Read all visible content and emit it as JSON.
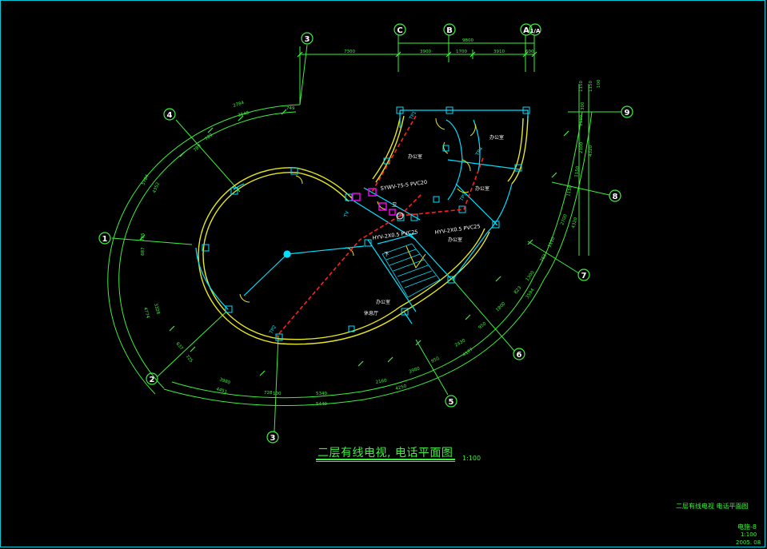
{
  "drawing": {
    "title": "二层有线电视, 电话平面图",
    "scale": "1:100",
    "block": {
      "name": "二层有线电视  电话平面图",
      "code": "电施-8",
      "scale": "1:100",
      "date": "2005. 08"
    }
  },
  "axes": {
    "a1": "1",
    "a2": "2",
    "a3": "3",
    "a4": "4",
    "a5": "5",
    "a6": "6",
    "a7": "7",
    "a8": "8",
    "a9": "9",
    "top3": "3",
    "c": "C",
    "b": "B",
    "a": "A",
    "a1a": "1/A"
  },
  "dims": {
    "total": "9800",
    "d7300": "7300",
    "d3900": "3900",
    "d1700": "1700",
    "d3910": "3910",
    "d600": "600",
    "l1": "2784",
    "l2": "3548",
    "l3": "749",
    "l4": "789",
    "l5": "789",
    "l6": "5784",
    "l7": "4352",
    "l8": "785",
    "l9": "687",
    "l10": "4774",
    "l11": "3328",
    "l12": "637",
    "l13": "725",
    "l14": "3980",
    "l15": "4451",
    "l16": "728",
    "l17": "100",
    "l18": "5340",
    "l19": "5440",
    "l20": "2160",
    "l21": "4250",
    "l22": "3980",
    "l23": "950",
    "l24": "2430",
    "l25": "4177",
    "l26": "950",
    "l27": "1800",
    "l28": "823",
    "l29": "1300",
    "l30": "3594",
    "l31": "763",
    "l32": "1110",
    "l33": "2700",
    "l34": "4320",
    "l35": "1150",
    "l36": "1150",
    "l37": "2100",
    "l38": "4320",
    "l39": "1110",
    "l40": "300",
    "r1": "1150",
    "r2": "1150",
    "r3": "100"
  },
  "rooms": {
    "r1": "办公室",
    "r2": "办公室",
    "r3": "办公室",
    "r4": "办公室",
    "r5": "卫",
    "r6": "办公室",
    "r7": "休息厅"
  },
  "annotations": {
    "cable1": "SYWV-75-5  PVC20",
    "cable2": "HYV-2X0.5  PVC25",
    "cable3": "HYV-2X0.5  PVC25",
    "down": "下",
    "tel1": "TP1",
    "tel2": "TV",
    "tel3": "TP2",
    "tel4": "TP3",
    "tel5": "TP4"
  },
  "colors": {
    "dim": "#3df03d",
    "wall": "#00e0ff",
    "yellow": "#e8e820",
    "red": "#ff2020",
    "magenta": "#ff00ff"
  }
}
